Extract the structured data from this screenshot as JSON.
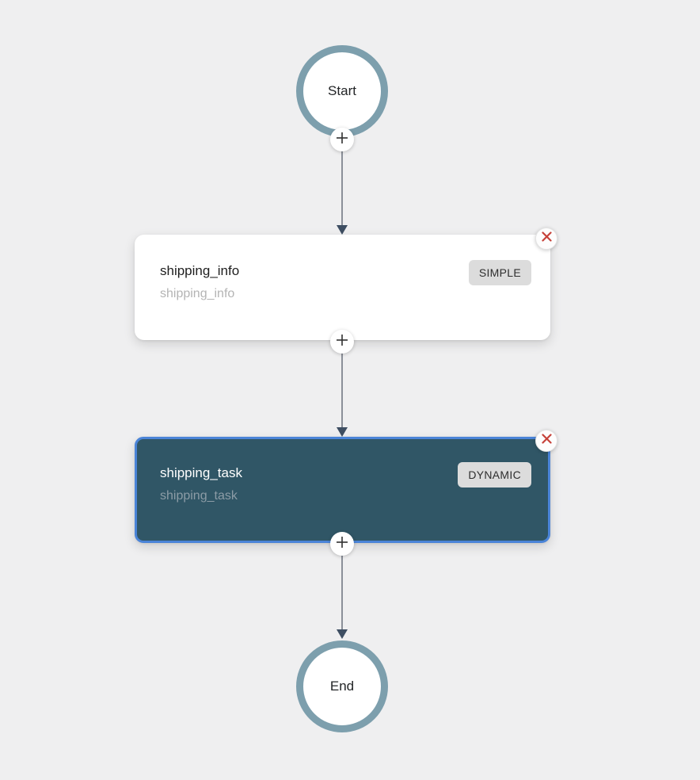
{
  "canvas": {
    "background_color": "#efeff0"
  },
  "flow": {
    "start_node": {
      "label": "Start"
    },
    "end_node": {
      "label": "End"
    },
    "nodes": [
      {
        "title": "shipping_info",
        "subtitle": "shipping_info",
        "badge": "SIMPLE",
        "selected": false
      },
      {
        "title": "shipping_task",
        "subtitle": "shipping_task",
        "badge": "DYNAMIC",
        "selected": true
      }
    ]
  },
  "icons": {
    "plus_icon": "add-step",
    "close_icon": "delete-node"
  },
  "colors": {
    "circle_ring": "#7d9fad",
    "selected_border": "#4a84d8",
    "selected_node_bg": "#305666",
    "badge_bg": "#dcdcdc",
    "edge_line": "#8b9099",
    "edge_arrow": "#3e4e62",
    "close_x_red": "#c6423a"
  }
}
